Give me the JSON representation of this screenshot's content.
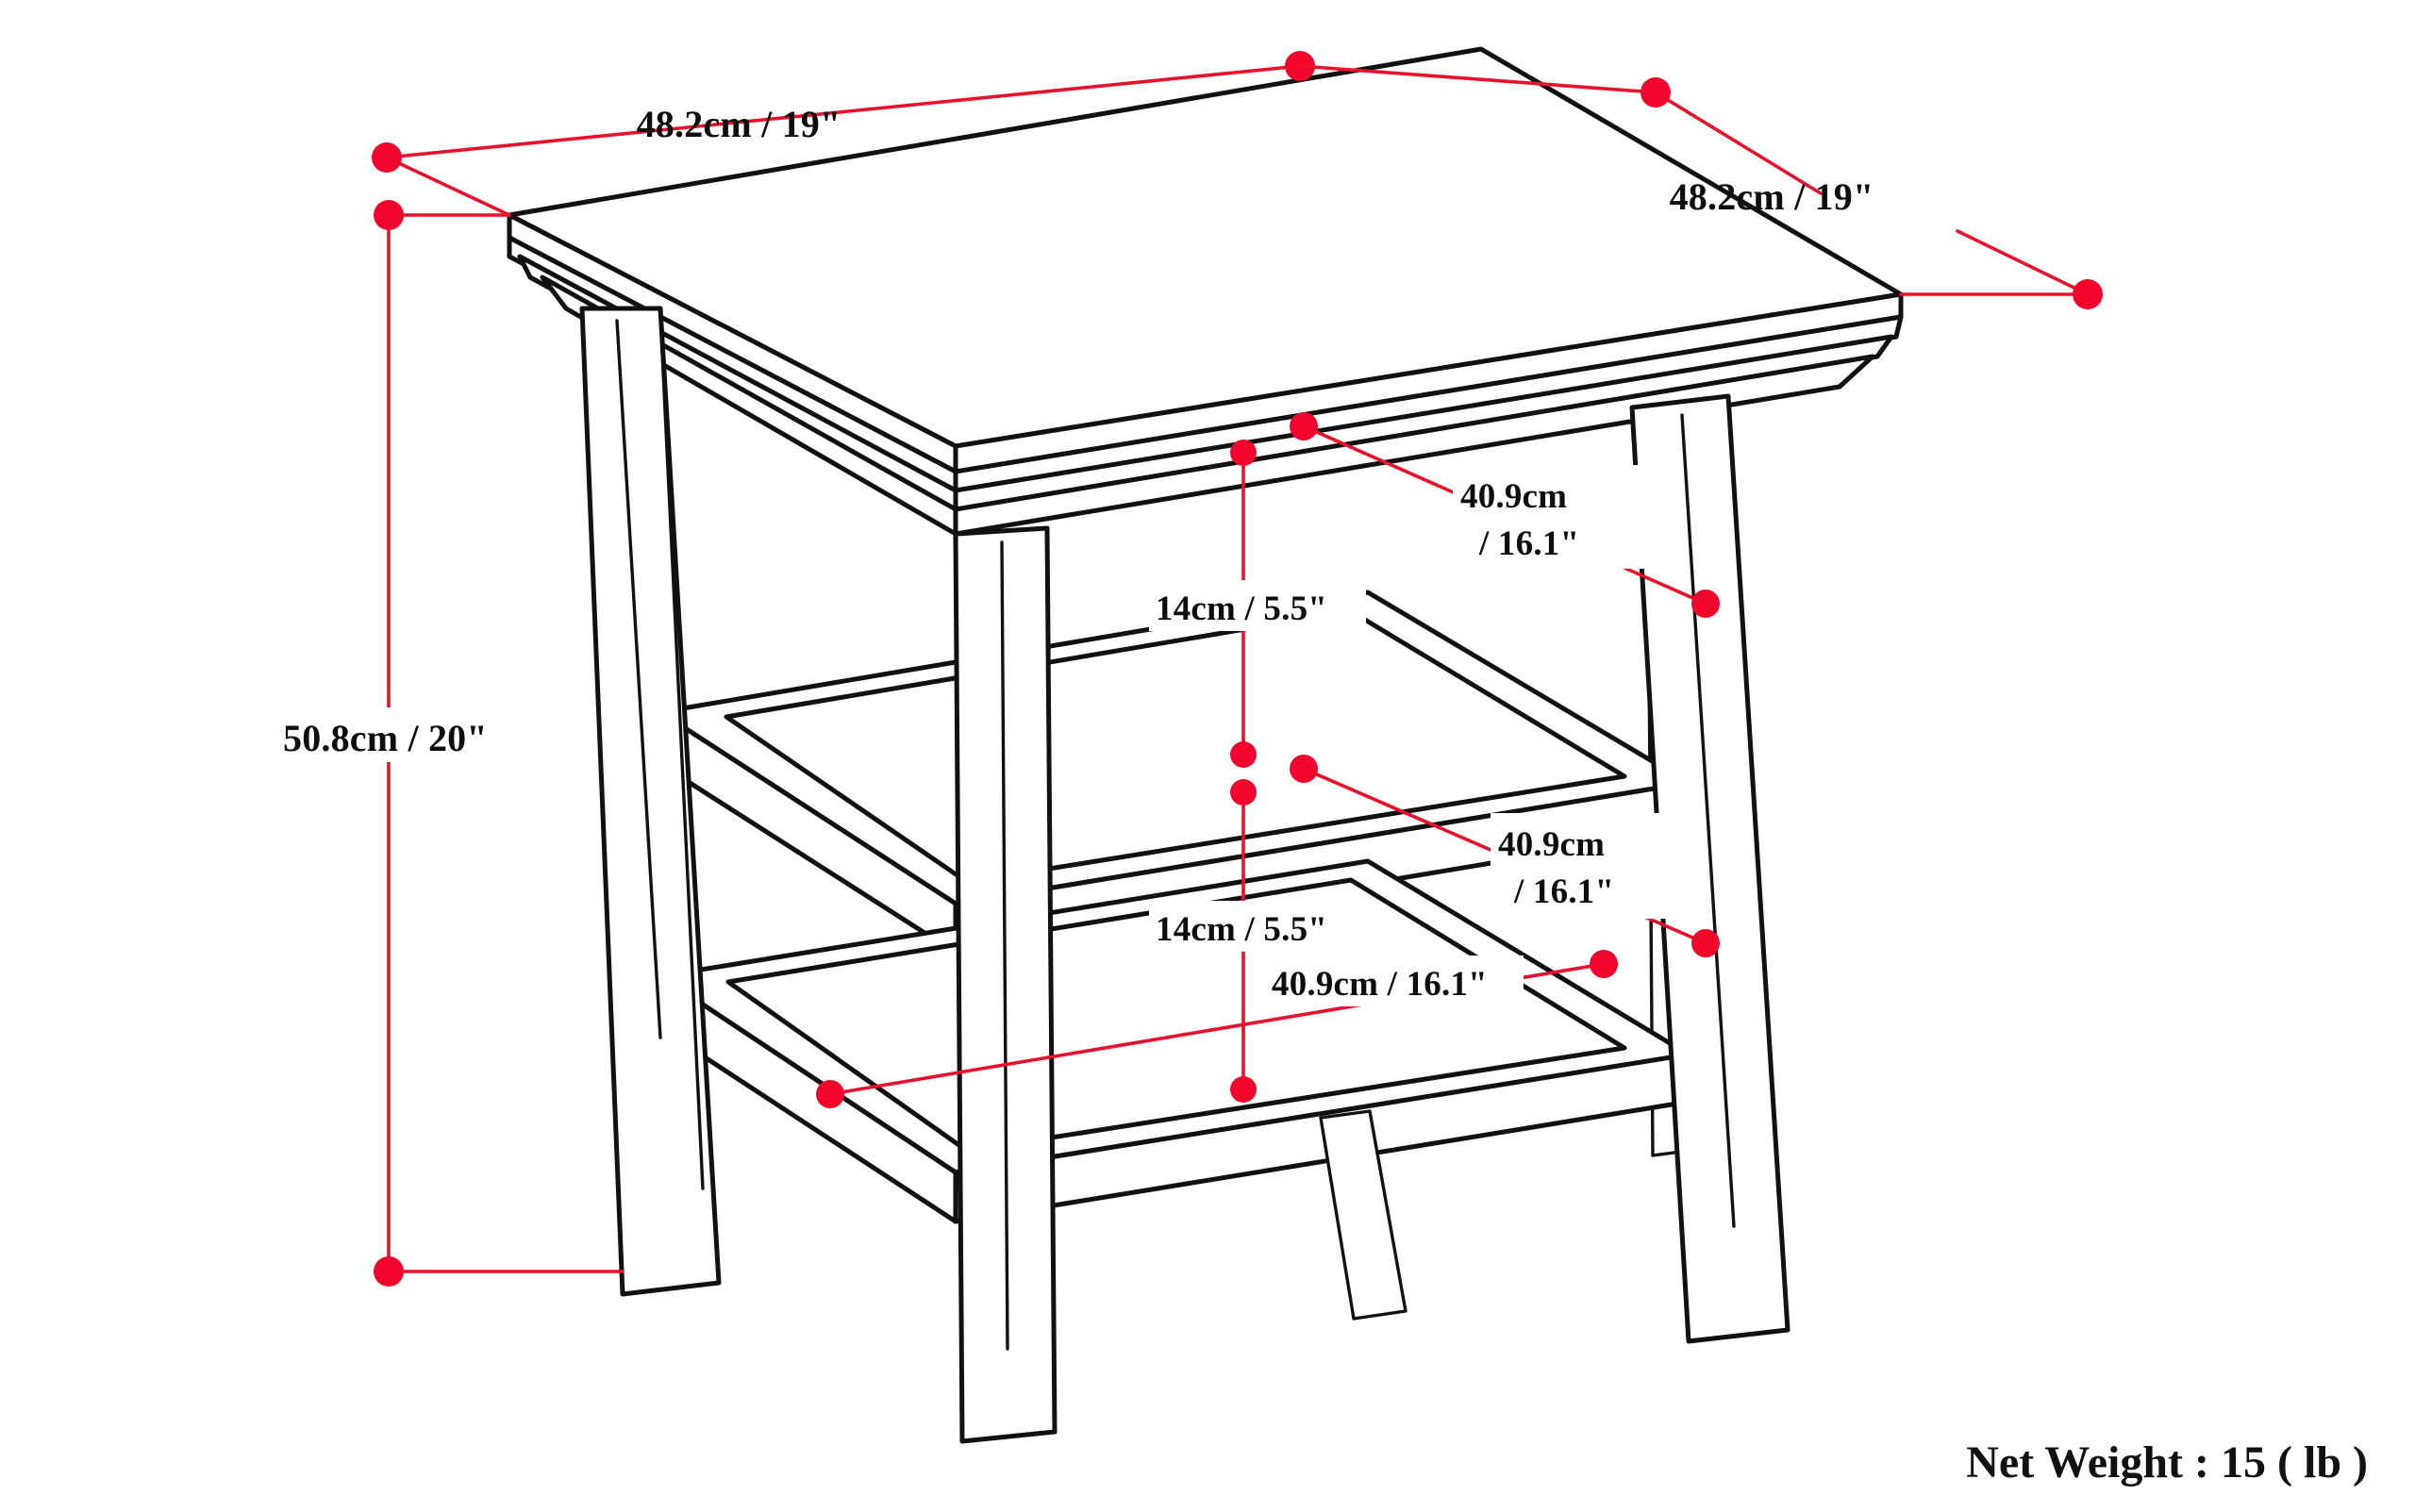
{
  "diagram": {
    "subject": "two-shelf square end table",
    "background_color": "#ffffff",
    "line_color": "#111111",
    "dimension_color": "#e8122a",
    "text_color": "#0d0d0d"
  },
  "dimensions": {
    "width": {
      "label": "48.2cm / 19\"",
      "cm": 48.2,
      "inches": 19,
      "axis": "width"
    },
    "depth": {
      "label": "48.2cm / 19\"",
      "cm": 48.2,
      "inches": 19,
      "axis": "depth"
    },
    "height": {
      "label": "50.8cm / 20\"",
      "cm": 50.8,
      "inches": 20,
      "axis": "height"
    },
    "upper_shelf_depth": {
      "line1": "40.9cm",
      "line2": "/ 16.1\"",
      "cm": 40.9,
      "inches": 16.1
    },
    "upper_shelf_clearance": {
      "label": "14cm / 5.5\"",
      "cm": 14,
      "inches": 5.5
    },
    "lower_shelf_depth": {
      "line1": "40.9cm",
      "line2": "/ 16.1\"",
      "cm": 40.9,
      "inches": 16.1
    },
    "lower_shelf_clearance": {
      "label": "14cm / 5.5\"",
      "cm": 14,
      "inches": 5.5
    },
    "lower_shelf_width": {
      "label": "40.9cm / 16.1\"",
      "cm": 40.9,
      "inches": 16.1
    }
  },
  "footer": {
    "net_weight": "Net Weight : 15 ( lb )",
    "weight_value": 15,
    "weight_unit": "lb"
  }
}
